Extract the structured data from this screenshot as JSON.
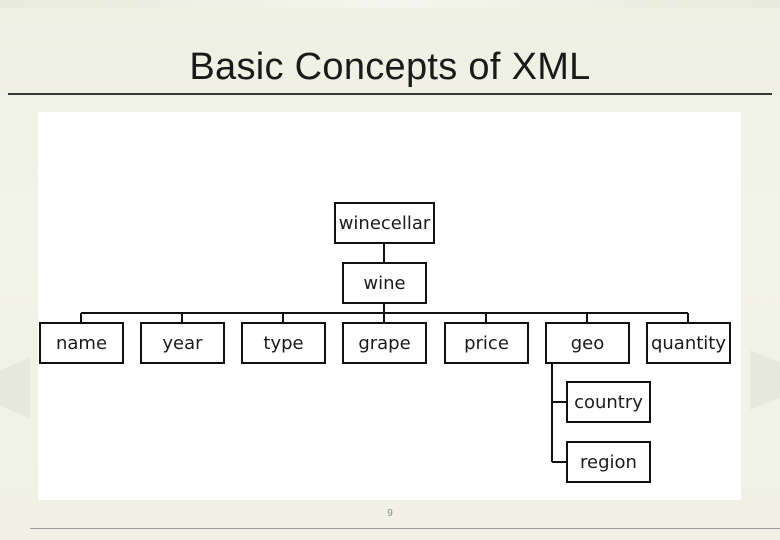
{
  "slide": {
    "title": "Basic Concepts of XML",
    "page_number": "9"
  },
  "tree": {
    "root": {
      "id": "winecellar",
      "label": "winecellar"
    },
    "child": {
      "id": "wine",
      "label": "wine"
    },
    "elements": [
      {
        "id": "name",
        "label": "name"
      },
      {
        "id": "year",
        "label": "year"
      },
      {
        "id": "type",
        "label": "type"
      },
      {
        "id": "grape",
        "label": "grape"
      },
      {
        "id": "price",
        "label": "price"
      },
      {
        "id": "geo",
        "label": "geo"
      },
      {
        "id": "quantity",
        "label": "quantity"
      }
    ],
    "geo_children": [
      {
        "id": "country",
        "label": "country"
      },
      {
        "id": "region",
        "label": "region"
      }
    ]
  }
}
